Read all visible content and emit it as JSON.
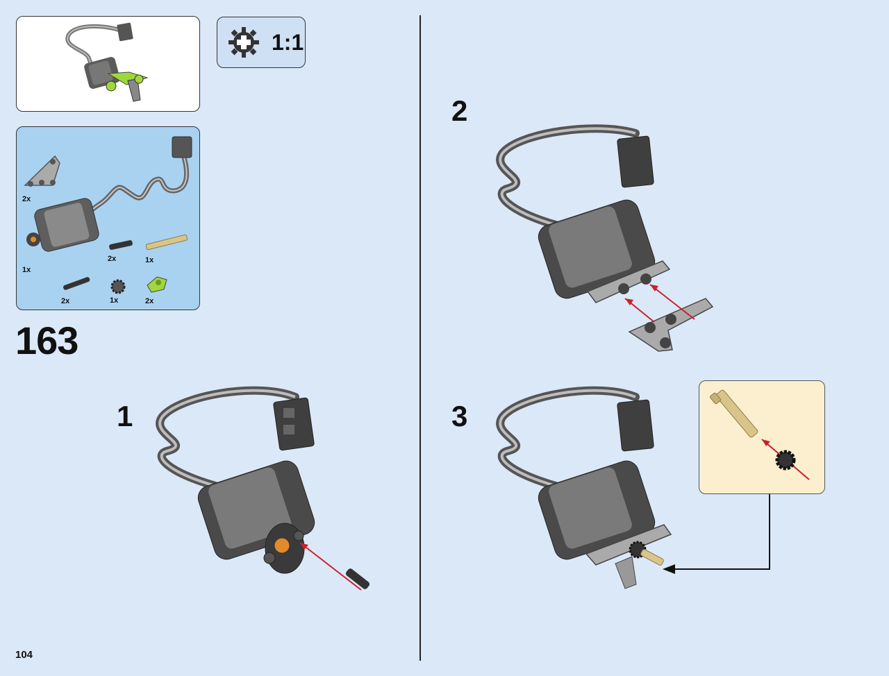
{
  "page": {
    "number": "104"
  },
  "main_step": "163",
  "scale_badge": {
    "label": "1:1",
    "icon": "gear-1x1-icon"
  },
  "parts_list": {
    "items": [
      {
        "name": "triangle-liftarm",
        "qty": "2x"
      },
      {
        "name": "power-functions-m-motor",
        "qty": "1x"
      },
      {
        "name": "connector-peg",
        "qty": "2x"
      },
      {
        "name": "axle-tan",
        "qty": "1x"
      },
      {
        "name": "pin-with-axle",
        "qty": "2x"
      },
      {
        "name": "gear-8-tooth",
        "qty": "1x"
      },
      {
        "name": "cross-block-lime",
        "qty": "2x"
      }
    ]
  },
  "sub_steps": [
    {
      "number": "1"
    },
    {
      "number": "2"
    },
    {
      "number": "3"
    }
  ],
  "colors": {
    "background": "#dbe8f8",
    "parts_panel": "#a9d2f0",
    "callout": "#fbefcf",
    "arrow": "#cc1f2a",
    "lime": "#9fd83a",
    "tan": "#d9c58a"
  }
}
